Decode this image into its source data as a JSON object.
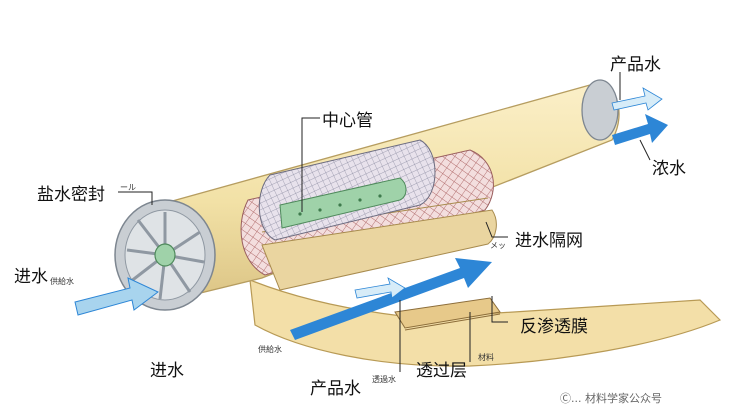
{
  "diagram": {
    "labels": {
      "center_tube": "中心管",
      "brine_seal": "盐水密封",
      "brine_seal_small": "ール",
      "feed_water_left": "进水",
      "feed_small_left": "供給水",
      "product_water_top": "产品水",
      "concentrate": "浓水",
      "feed_spacer": "进水隔网",
      "feed_spacer_small": "メッ",
      "ro_membrane": "反渗透膜",
      "feed_water_bottom": "进水",
      "feed_small_bottom": "供給水",
      "product_water_bottom": "产品水",
      "permeate_small": "透過水",
      "permeate_layer": "透过层",
      "material_small": "材料",
      "watermark": "Ⓒ... 材料学家公众号"
    },
    "colors": {
      "shell": "#f2e1a6",
      "shell_edge": "#c8b37a",
      "arrow_blue": "#2d86d6",
      "arrow_light": "#a8d4ee",
      "spacer": "#c99a9a",
      "endcap": "#c9ced3",
      "tube_green": "#9fd2a9"
    }
  }
}
